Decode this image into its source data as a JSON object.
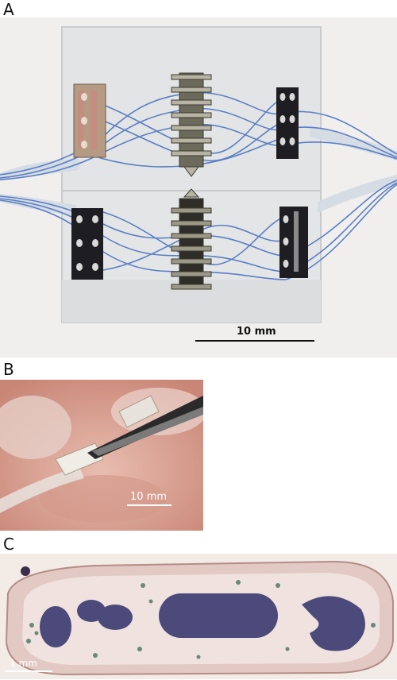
{
  "panels": {
    "a": {
      "label": "A",
      "scale_bar": "10 mm"
    },
    "b": {
      "label": "B",
      "scale_bar": "10 mm"
    },
    "c": {
      "label": "C",
      "scale_bar": "1 mm"
    }
  },
  "colors": {
    "background": "#ffffff",
    "panel_a_bg": "#f0efee",
    "wire_blue": "#5a7fc4",
    "electrode_dark": "#1e1e22",
    "tissue_pink": "#d9a596",
    "stain_purple": "#4b4a7a"
  }
}
